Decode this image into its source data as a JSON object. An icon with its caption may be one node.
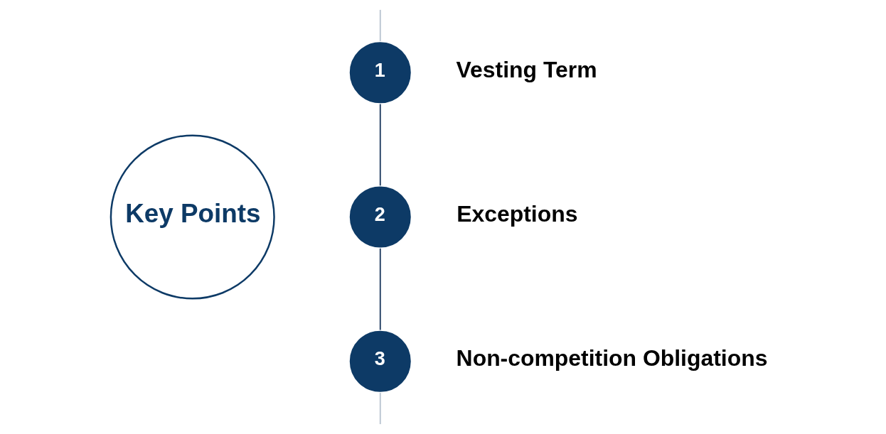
{
  "diagram": {
    "nodes": [
      {
        "text": [
          "Key Points"
        ]
      },
      {
        "text": [
          "1"
        ],
        "beside": [
          "Vesting Term"
        ]
      },
      {
        "text": [
          "2"
        ],
        "beside": [
          "Exceptions"
        ]
      },
      {
        "text": [
          "3"
        ],
        "beside": [
          "Non-competition Obligations"
        ]
      }
    ],
    "edges": [
      {
        "from": null,
        "to": 1,
        "arrow": "none",
        "color": "#b8c4d0"
      },
      {
        "from": 1,
        "to": 2,
        "arrow": "none",
        "color": "#1e3a5f"
      },
      {
        "from": 2,
        "to": 3,
        "arrow": "none",
        "color": "#1e3a5f"
      },
      {
        "from": 3,
        "to": null,
        "arrow": "none",
        "color": "#b8c4d0"
      }
    ]
  }
}
